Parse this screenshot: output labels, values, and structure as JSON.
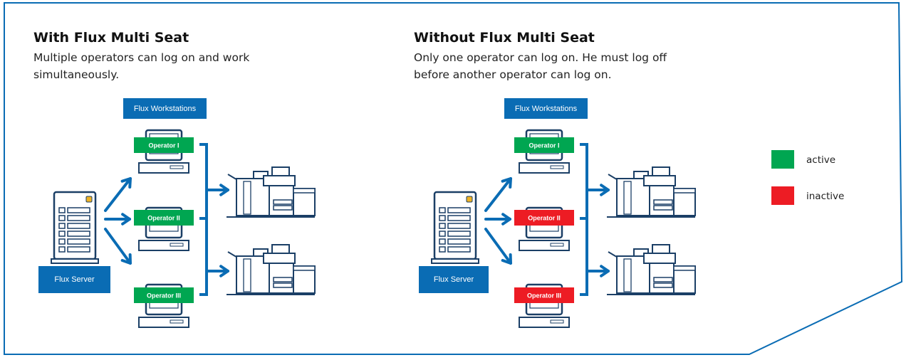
{
  "colors": {
    "brand_blue": "#0a6cb4",
    "active": "#00a651",
    "inactive": "#ed1c24",
    "outline": "#1b3f66"
  },
  "left_panel": {
    "title": "With Flux Multi Seat",
    "description": "Multiple operators can log on and work simultaneously.",
    "workstations_label": "Flux Workstations",
    "server_label": "Flux Server",
    "operators": [
      {
        "label": "Operator I",
        "status": "active"
      },
      {
        "label": "Operator II",
        "status": "active"
      },
      {
        "label": "Operator III",
        "status": "active"
      }
    ]
  },
  "right_panel": {
    "title": "Without Flux Multi Seat",
    "description": "Only one operator can log on. He must log off before another operator can log on.",
    "workstations_label": "Flux Workstations",
    "server_label": "Flux Server",
    "operators": [
      {
        "label": "Operator I",
        "status": "active"
      },
      {
        "label": "Operator II",
        "status": "inactive"
      },
      {
        "label": "Operator III",
        "status": "inactive"
      }
    ]
  },
  "legend": [
    {
      "label": "active",
      "color": "#00a651"
    },
    {
      "label": "inactive",
      "color": "#ed1c24"
    }
  ]
}
